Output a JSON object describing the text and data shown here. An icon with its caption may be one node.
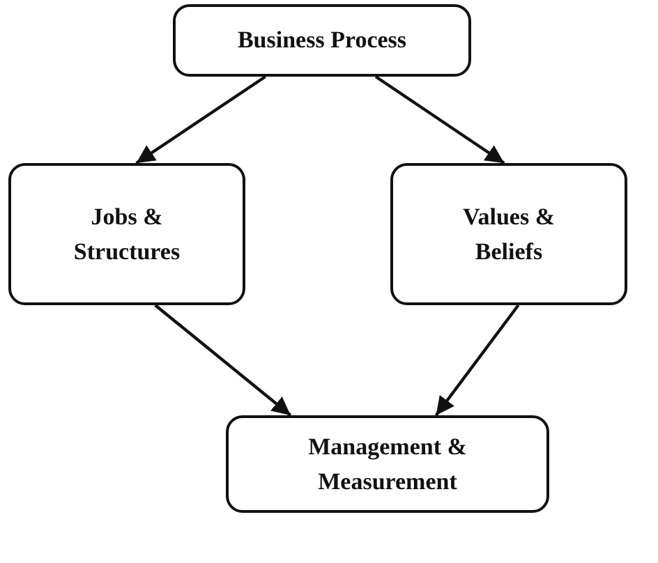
{
  "diagram": {
    "nodes": [
      {
        "text": [
          "Business Process"
        ]
      },
      {
        "text": [
          "Jobs & Structures"
        ]
      },
      {
        "text": [
          "Values & Beliefs"
        ]
      },
      {
        "text": [
          "Management & Measurement"
        ]
      }
    ],
    "edges": [
      {
        "from": 0,
        "to": 1,
        "arrow": "to"
      },
      {
        "from": 0,
        "to": 2,
        "arrow": "to"
      },
      {
        "from": 1,
        "to": 3,
        "arrow": "to"
      },
      {
        "from": 2,
        "to": 3,
        "arrow": "to"
      }
    ]
  }
}
